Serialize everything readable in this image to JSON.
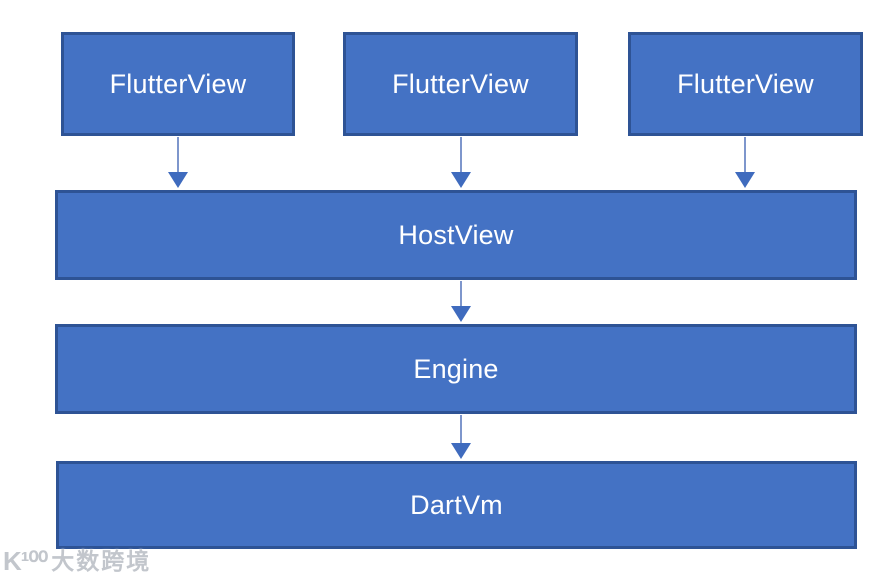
{
  "diagram": {
    "type": "flowchart",
    "description": "Flutter embedding architecture: multiple FlutterViews feed one HostView, which feeds the Engine, which feeds the DartVm",
    "colors": {
      "box_fill": "#4472C4",
      "box_border": "#2E5395",
      "arrow_line": "#7E96CC",
      "arrow_head": "#3F6BBE",
      "text_color": "#FFFFFF",
      "watermark_color": "#C2C6CC"
    },
    "nodes": [
      {
        "id": "flutterview-1",
        "label": "FlutterView"
      },
      {
        "id": "flutterview-2",
        "label": "FlutterView"
      },
      {
        "id": "flutterview-3",
        "label": "FlutterView"
      },
      {
        "id": "hostview",
        "label": "HostView"
      },
      {
        "id": "engine",
        "label": "Engine"
      },
      {
        "id": "dartvm",
        "label": "DartVm"
      }
    ],
    "edges": [
      {
        "from": "flutterview-1",
        "to": "hostview"
      },
      {
        "from": "flutterview-2",
        "to": "hostview"
      },
      {
        "from": "flutterview-3",
        "to": "hostview"
      },
      {
        "from": "hostview",
        "to": "engine"
      },
      {
        "from": "engine",
        "to": "dartvm"
      }
    ]
  },
  "watermark": {
    "logo_text": "K¹⁰⁰",
    "brand_text": "大数跨境"
  }
}
